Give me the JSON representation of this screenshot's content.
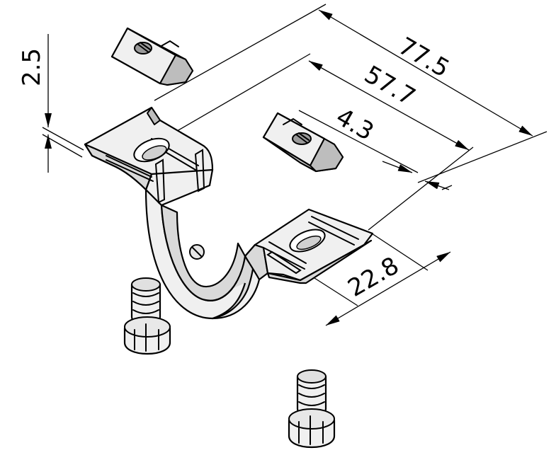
{
  "dimensions": {
    "d_77_5": "77.5",
    "d_57_7": "57.7",
    "d_4_3": "4.3",
    "d_22_8": "22.8",
    "d_2_5": "2.5"
  },
  "colors": {
    "metal_light": "#f0f0f0",
    "metal_mid": "#d9d9d9",
    "metal_dark": "#bdbdbd",
    "line": "#000000"
  },
  "parts": [
    "tube-clamp-bracket",
    "t-slot-nut",
    "t-slot-nut",
    "socket-head-screw",
    "socket-head-screw"
  ]
}
